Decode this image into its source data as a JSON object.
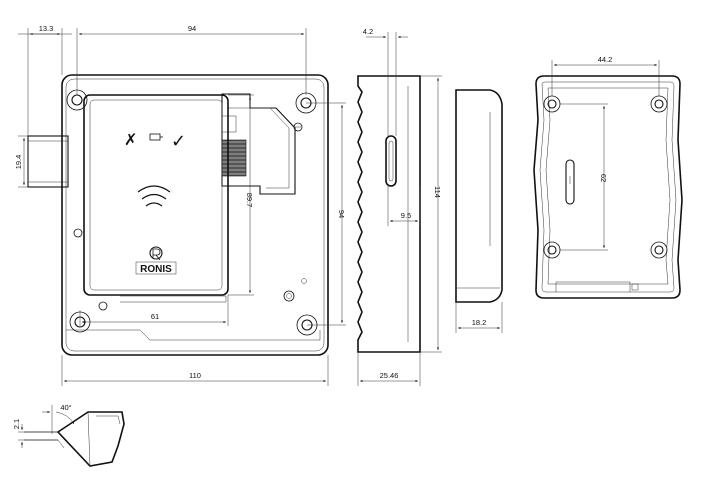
{
  "brand": {
    "name": "RONIS"
  },
  "front_view": {
    "dims": {
      "bolt_offset": "13.3",
      "hole_spacing_h": "94",
      "bolt_height": "19.4",
      "reader_height": "89.7",
      "hole_spacing_v": "94",
      "reader_width": "61",
      "overall_width": "110"
    },
    "symbols": {
      "unlocked": "✗",
      "locked": "✓"
    }
  },
  "side_view": {
    "dims": {
      "top_offset": "4.2",
      "slot_offset": "9.5",
      "height": "114",
      "depth": "25.46"
    }
  },
  "profile_view": {
    "dims": {
      "thickness": "18.2"
    }
  },
  "back_view": {
    "dims": {
      "hole_spacing_h": "44.2",
      "hole_spacing_v": "62"
    }
  },
  "bolt_detail": {
    "dims": {
      "angle": "40°",
      "tip": "2.1"
    }
  }
}
